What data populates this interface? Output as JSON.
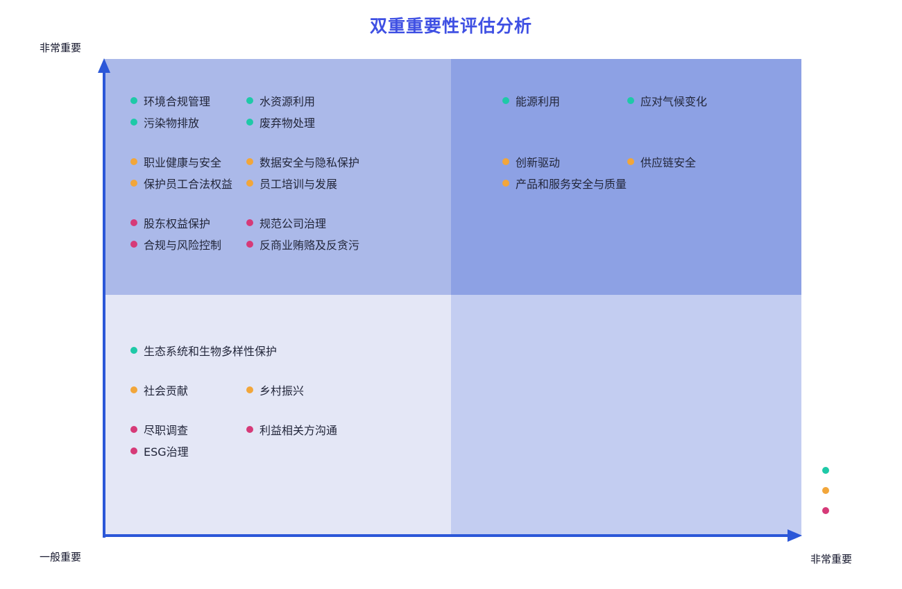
{
  "title": "双重重要性评估分析",
  "axis_labels": {
    "y_top": "非常重要",
    "y_bottom": "一般重要",
    "x_right": "非常重要"
  },
  "colors": {
    "title": "#3f50e3",
    "axis": "#2b57d8",
    "text": "#22263a",
    "quadrants": {
      "top_left": "#abb9e9",
      "top_right": "#8da1e4",
      "bottom_left": "#e4e7f6",
      "bottom_right": "#c3cdf1"
    },
    "categories": {
      "environment": "#1ec9a7",
      "social": "#f2a63a",
      "governance": "#d63a78"
    }
  },
  "legend": {
    "items": [
      {
        "category": "environment"
      },
      {
        "category": "social"
      },
      {
        "category": "governance"
      }
    ]
  },
  "chart_data": {
    "type": "scatter",
    "chart_kind": "materiality-quadrant-matrix",
    "title": "双重重要性评估分析",
    "x_axis": {
      "high_label": "非常重要",
      "origin_label": "一般重要"
    },
    "y_axis": {
      "high_label": "非常重要",
      "origin_label": "一般重要"
    },
    "quadrants": [
      {
        "position": "top_left",
        "groups": [
          {
            "category": "environment",
            "rows": [
              [
                "环境合规管理",
                "水资源利用"
              ],
              [
                "污染物排放",
                "废弃物处理"
              ]
            ]
          },
          {
            "category": "social",
            "rows": [
              [
                "职业健康与安全",
                "数据安全与隐私保护"
              ],
              [
                "保护员工合法权益",
                "员工培训与发展"
              ]
            ]
          },
          {
            "category": "governance",
            "rows": [
              [
                "股东权益保护",
                "规范公司治理"
              ],
              [
                "合规与风险控制",
                "反商业贿赂及反贪污"
              ]
            ]
          }
        ]
      },
      {
        "position": "top_right",
        "groups": [
          {
            "category": "environment",
            "rows": [
              [
                "能源利用",
                "应对气候变化"
              ]
            ]
          },
          {
            "category": "social",
            "rows": [
              [
                "创新驱动",
                "供应链安全"
              ],
              [
                "产品和服务安全与质量"
              ]
            ]
          }
        ]
      },
      {
        "position": "bottom_left",
        "groups": [
          {
            "category": "environment",
            "rows": [
              [
                "生态系统和生物多样性保护"
              ]
            ]
          },
          {
            "category": "social",
            "rows": [
              [
                "社会贡献",
                "乡村振兴"
              ]
            ]
          },
          {
            "category": "governance",
            "rows": [
              [
                "尽职调查",
                "利益相关方沟通"
              ],
              [
                "ESG治理"
              ]
            ]
          }
        ]
      },
      {
        "position": "bottom_right",
        "groups": []
      }
    ]
  }
}
